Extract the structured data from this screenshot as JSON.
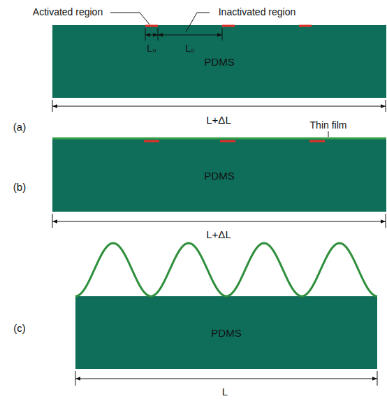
{
  "diagram": {
    "nodes": [
      {
        "text": [
          "PDMS"
        ]
      },
      {
        "text": [
          "PDMS"
        ]
      },
      {
        "text": [
          "PDMS"
        ]
      }
    ],
    "labels": [
      "Activated region",
      "Inactivated region",
      "L₀",
      "L₀",
      "(a)",
      "L+ΔL",
      "Thin film",
      "(b)",
      "L+ΔL",
      "(c)",
      "L"
    ]
  }
}
